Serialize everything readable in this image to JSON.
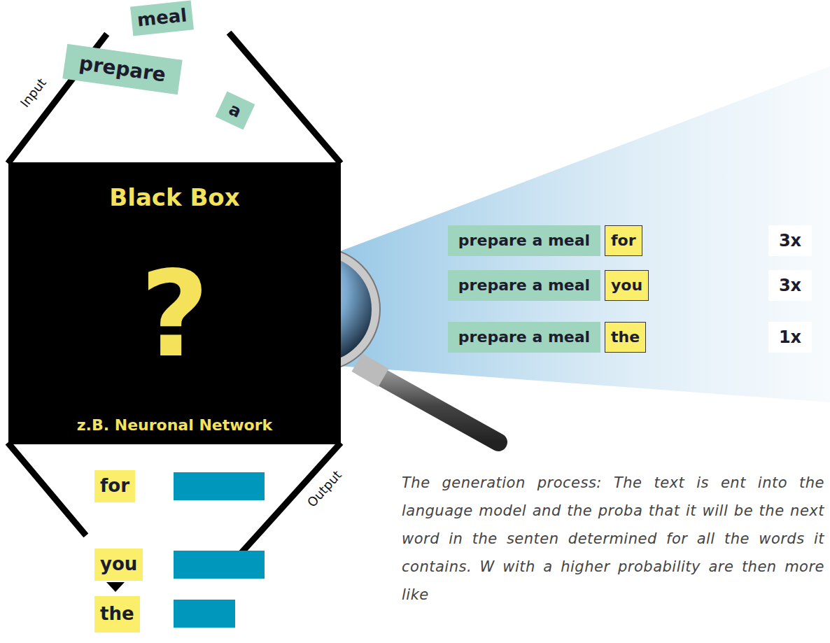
{
  "diagram": {
    "caption": "The generation process: The text is ent into the language model and the proba that it will be the next word in the senten determined for all the words it contains. W with a higher probability are then more like",
    "nodes": [
      {
        "text": [
          "meal"
        ]
      },
      {
        "text": [
          "prepare"
        ]
      },
      {
        "text": [
          "a"
        ]
      },
      {
        "text": [
          "Black Box",
          "?",
          "z.B. Neuronal Network"
        ]
      },
      {
        "text": [
          "prepare a meal"
        ]
      },
      {
        "text": [
          "for"
        ]
      },
      {
        "text": [
          "3x"
        ]
      },
      {
        "text": [
          "prepare a meal"
        ]
      },
      {
        "text": [
          "you"
        ]
      },
      {
        "text": [
          "3x"
        ]
      },
      {
        "text": [
          "prepare a meal"
        ]
      },
      {
        "text": [
          "the"
        ]
      },
      {
        "text": [
          "1x"
        ]
      },
      {
        "text": [
          "for"
        ]
      },
      {
        "text": [
          "you"
        ]
      },
      {
        "text": [
          "the"
        ]
      }
    ],
    "labels": [
      "Input",
      "Output"
    ]
  }
}
